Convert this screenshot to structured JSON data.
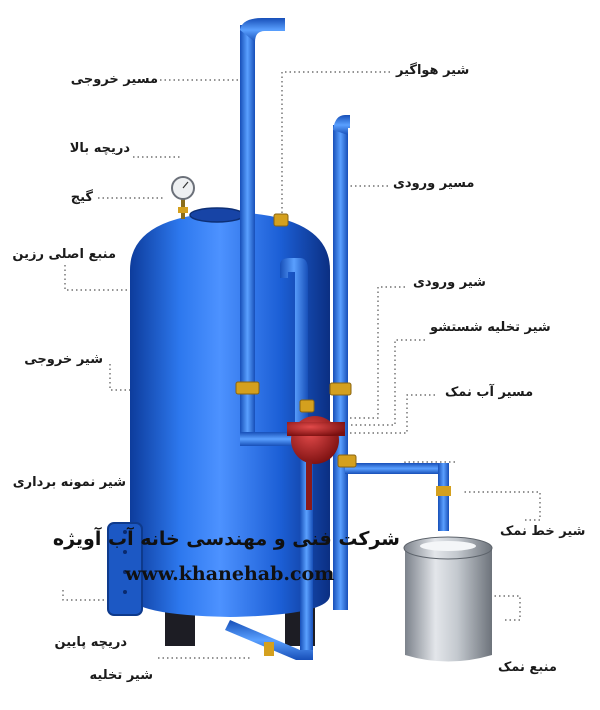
{
  "labels": {
    "outlet_path": "مسیر خروجی",
    "top_hatch": "دریچه بالا",
    "gauge": "گیج",
    "resin_tank": "منبع اصلی رزین",
    "outlet_valve": "شیر خروجی",
    "sample_valve": "شیر نمونه برداری",
    "bottom_hatch": "دریچه پایین",
    "drain_valve": "شیر تخلیه",
    "air_valve": "شیر هواگیر",
    "inlet_path": "مسیر ورودی",
    "inlet_valve": "شیر ورودی",
    "backwash_drain_valve": "شیر تخلیه شستشو",
    "brine_path": "مسیر آب نمک",
    "brine_line_valve": "شیر خط نمک",
    "brine_tank": "منبع نمک"
  },
  "watermark": {
    "company": "شرکت فنی و مهندسی خانه آب آویژه",
    "url": "www.khanehab.com"
  },
  "colors": {
    "tank_blue": "#1f63d8",
    "pipe_blue": "#2b6fe0",
    "valve_gold": "#d4a01e",
    "valve_red": "#a61c1c",
    "steel": "#b9bec6",
    "leader": "#555555"
  }
}
